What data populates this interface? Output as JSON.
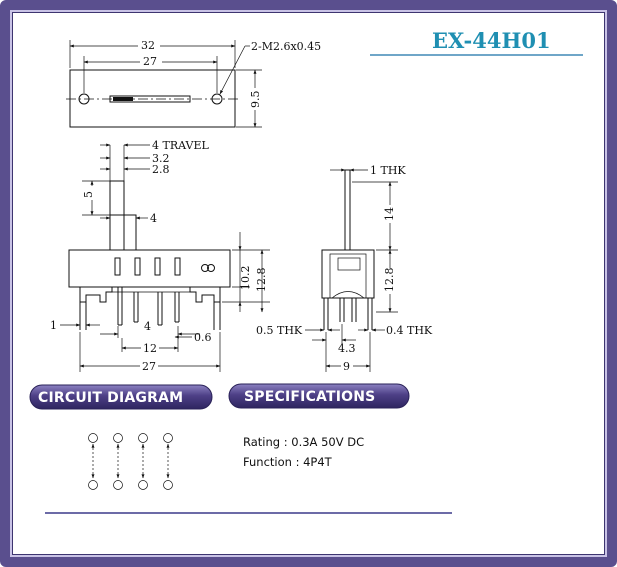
{
  "title": "EX-44H01",
  "top_view": {
    "dim_overall": "32",
    "dim_holes": "27",
    "dim_screw": "2-M2.6x0.45",
    "dim_height": "9.5"
  },
  "front_view": {
    "travel": "4 TRAVEL",
    "dim_3_2": "3.2",
    "dim_2_8": "2.8",
    "dim_5": "5",
    "dim_4_actuator": "4",
    "dim_10_2": "10.2",
    "dim_12_8": "12.8",
    "dim_1": "1",
    "dim_4_pitch": "4",
    "dim_0_6": "0.6",
    "dim_12": "12",
    "dim_27": "27"
  },
  "side_view": {
    "thk_1": "1 THK",
    "dim_14": "14",
    "dim_12_8": "12.8",
    "thk_0_5": "0.5 THK",
    "thk_0_4": "0.4 THK",
    "dim_4_3": "4.3",
    "dim_9": "9"
  },
  "circuit_diagram": {
    "label": "CIRCUIT DIAGRAM"
  },
  "specifications": {
    "label": "SPECIFICATIONS",
    "rating": "Rating : 0.3A 50V DC",
    "function": "Function : 4P4T"
  },
  "colors": {
    "frame": "#5a4f8e",
    "title": "#1f8fb2",
    "pill": "#4d3f86",
    "rule": "#3c3a8a"
  }
}
